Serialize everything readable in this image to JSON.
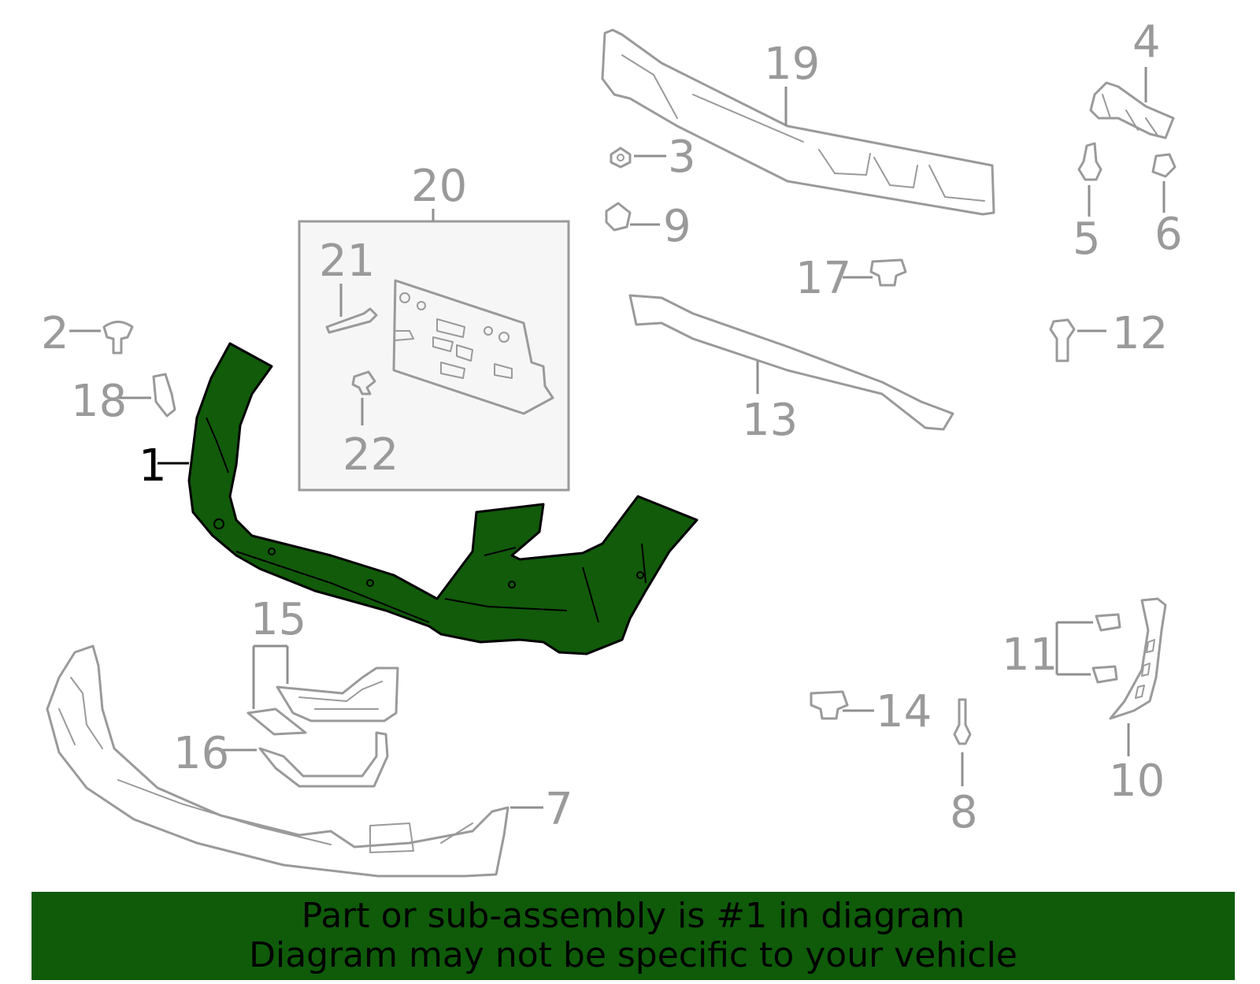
{
  "diagram": {
    "highlight_color": "#115b0a",
    "part_outline_color": "#9a9a9a",
    "inset_background": "#f6f6f6",
    "callouts": [
      {
        "id": "1",
        "label": "1",
        "highlighted": true
      },
      {
        "id": "2",
        "label": "2"
      },
      {
        "id": "3",
        "label": "3"
      },
      {
        "id": "4",
        "label": "4"
      },
      {
        "id": "5",
        "label": "5"
      },
      {
        "id": "6",
        "label": "6"
      },
      {
        "id": "7",
        "label": "7"
      },
      {
        "id": "8",
        "label": "8"
      },
      {
        "id": "9",
        "label": "9"
      },
      {
        "id": "10",
        "label": "10"
      },
      {
        "id": "11",
        "label": "11"
      },
      {
        "id": "12",
        "label": "12"
      },
      {
        "id": "13",
        "label": "13"
      },
      {
        "id": "14",
        "label": "14"
      },
      {
        "id": "15",
        "label": "15"
      },
      {
        "id": "16",
        "label": "16"
      },
      {
        "id": "17",
        "label": "17"
      },
      {
        "id": "18",
        "label": "18"
      },
      {
        "id": "19",
        "label": "19"
      },
      {
        "id": "20",
        "label": "20"
      },
      {
        "id": "21",
        "label": "21"
      },
      {
        "id": "22",
        "label": "22"
      }
    ]
  },
  "banner": {
    "background": "#0f5b0a",
    "line1": "Part or sub-assembly is #1 in diagram",
    "line2": "Diagram may not be specific to your vehicle"
  }
}
